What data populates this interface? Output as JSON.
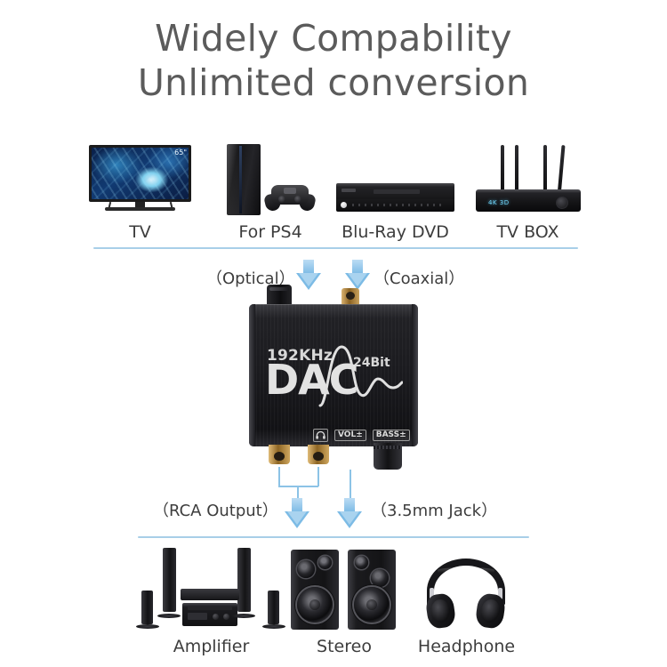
{
  "title": {
    "line1": "Widely Compability",
    "line2": "Unlimited conversion"
  },
  "colors": {
    "divider": "#a8cfe8",
    "arrow": "#7cbbe5",
    "title_text": "#5b5b5b",
    "label_text": "#3d3d3d",
    "device_body": "#1a1a1e",
    "rca_gold": "#cfa75f"
  },
  "sources": {
    "items": [
      {
        "label": "TV",
        "icon": "television-icon",
        "badge": "65\""
      },
      {
        "label": "For PS4",
        "icon": "game-console-icon"
      },
      {
        "label": "Blu-Ray DVD",
        "icon": "dvd-player-icon"
      },
      {
        "label": "TV BOX",
        "icon": "tv-box-icon",
        "panel_text": "4K 3D"
      }
    ]
  },
  "inputs": {
    "optical_label": "（Optical）",
    "coaxial_label": "（Coaxial）"
  },
  "device": {
    "sample_rate": "192KHz",
    "bit_depth": "24Bit",
    "name": "DAC",
    "badges": [
      {
        "type": "icon",
        "name": "headphone-icon",
        "label": "♫"
      },
      {
        "type": "text",
        "name": "volume-badge",
        "label": "VOL±"
      },
      {
        "type": "text",
        "name": "bass-badge",
        "label": "BASS±"
      }
    ]
  },
  "outputs": {
    "rca_label": "（RCA Output）",
    "jack_label": "（3.5mm Jack）"
  },
  "destinations": {
    "items": [
      {
        "label": "Amplifier",
        "icon": "home-theater-icon"
      },
      {
        "label": "Stereo",
        "icon": "speakers-icon"
      },
      {
        "label": "Headphone",
        "icon": "headphone-icon"
      }
    ]
  }
}
